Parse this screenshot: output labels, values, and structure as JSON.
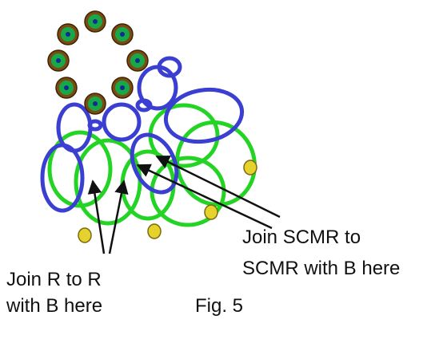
{
  "diagram": {
    "colors": {
      "blue_ring": "#3a3fd1",
      "green_ring": "#24d424",
      "yellow_picot": "#e6d22c",
      "bead_outer": "#7a4c11",
      "bead_middle": "#18a84a",
      "bead_center": "#0d2e8a",
      "arrow": "#111111"
    },
    "labels": {
      "join_scmr_line1": "Join SCMR to",
      "join_scmr_line2": "SCMR with B here",
      "join_r_line1": "Join R to R",
      "join_r_line2": "with B here"
    },
    "caption": "Fig. 5"
  }
}
